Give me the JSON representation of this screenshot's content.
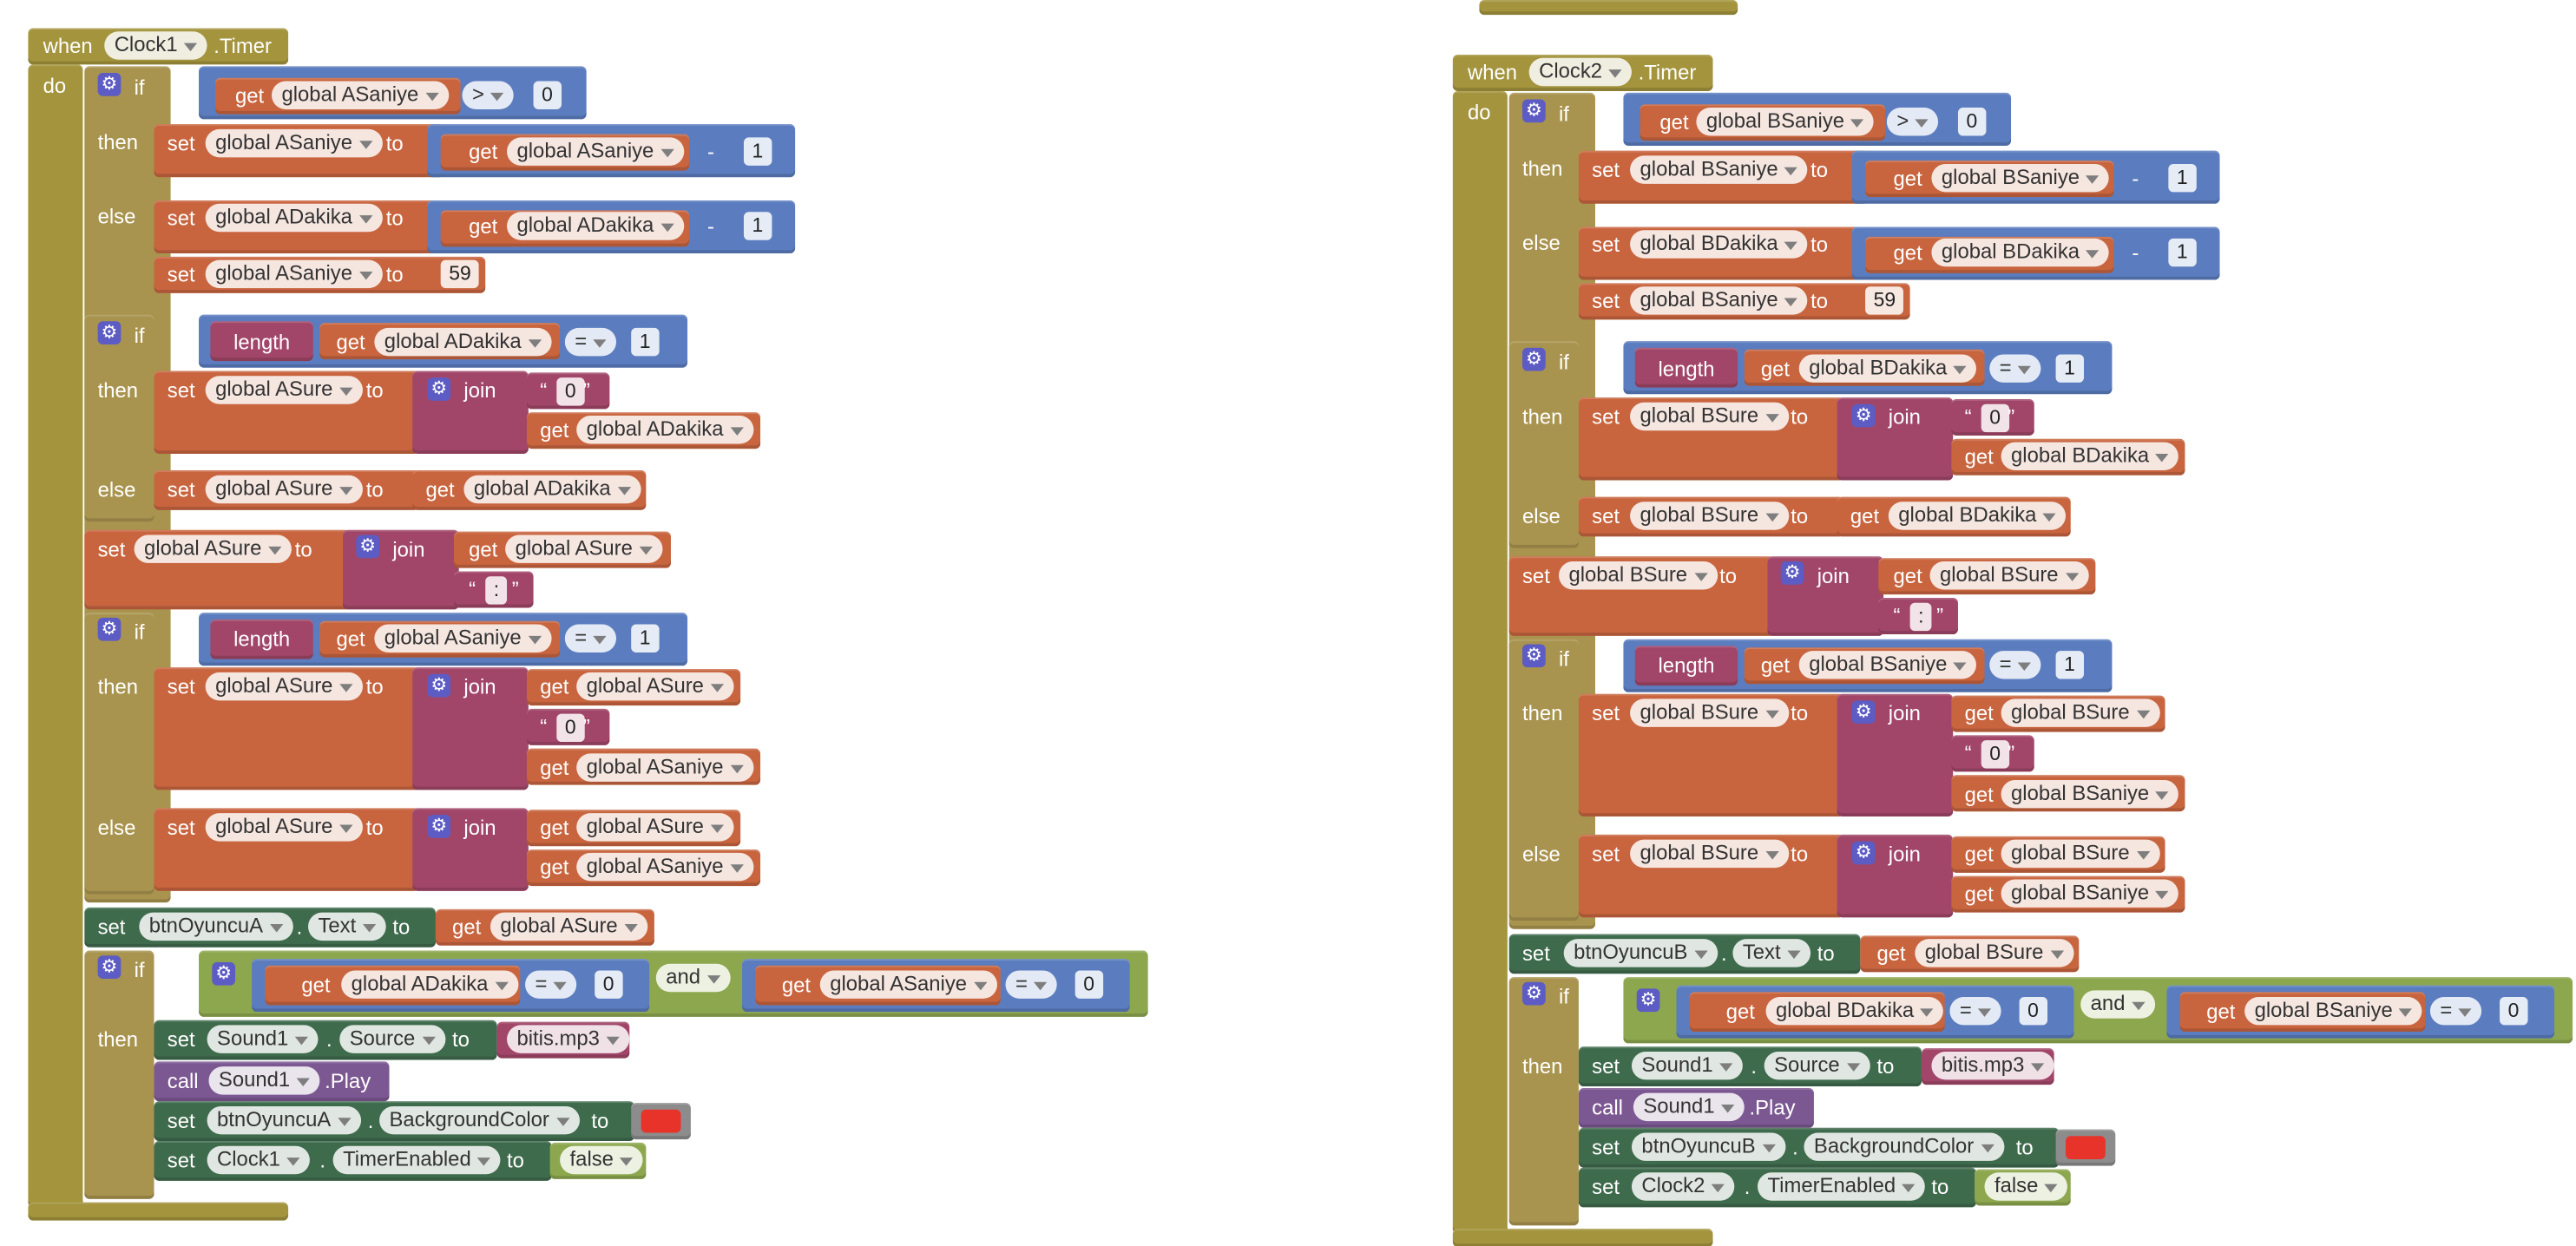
{
  "workspace": {
    "w": {
      "when": "when",
      "do": "do",
      "if": "if",
      "then": "then",
      "else": "else",
      "set": "set",
      "to": "to",
      "get": "get",
      "join": "join",
      "length": "length",
      "and": "and",
      "call": "call",
      "dot": ".",
      "gear": "⚙",
      "open_q": "“",
      "close_q": "”"
    },
    "ops": {
      "gt": ">",
      "minus": "-",
      "eq": "="
    },
    "blocks": [
      {
        "clock": "Clock1",
        "timer": ".Timer",
        "seconds_var": "global ASaniye",
        "minutes_var": "global ADakika",
        "time_var": "global ASure",
        "button": "btnOyuncuA",
        "zero": "0",
        "one": "1",
        "fifty_nine": "59",
        "zero_str": "0",
        "colon_str": ":",
        "text_prop": "Text",
        "sound": "Sound1",
        "source_prop": "Source",
        "mp3": "bitis.mp3",
        "play": ".Play",
        "bg_prop": "BackgroundColor",
        "timer_enabled": "TimerEnabled",
        "false_val": "false",
        "color": "#e8332a"
      },
      {
        "clock": "Clock2",
        "timer": ".Timer",
        "seconds_var": "global BSaniye",
        "minutes_var": "global BDakika",
        "time_var": "global BSure",
        "button": "btnOyuncuB",
        "zero": "0",
        "one": "1",
        "fifty_nine": "59",
        "zero_str": "0",
        "colon_str": ":",
        "text_prop": "Text",
        "sound": "Sound1",
        "source_prop": "Source",
        "mp3": "bitis.mp3",
        "play": ".Play",
        "bg_prop": "BackgroundColor",
        "timer_enabled": "TimerEnabled",
        "false_val": "false",
        "color": "#e8332a"
      }
    ]
  }
}
